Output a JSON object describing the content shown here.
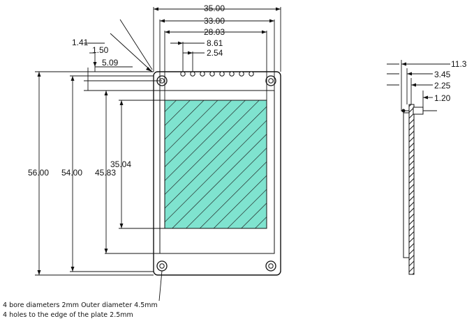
{
  "front_view": {
    "dims_top": {
      "d35_00": "35.00",
      "d33_00": "33.00",
      "d28_03": "28.03",
      "d8_61": "8.61",
      "d2_54": "2.54",
      "d1_41": "1.41",
      "d1_50": "1.50",
      "d5_09": "5.09"
    },
    "dims_left": {
      "d56_00": "56.00",
      "d54_00": "54.00",
      "d45_83": "45.83",
      "d35_04": "35.04"
    },
    "screen_fill": "#7fe3cf",
    "pin_count": 8
  },
  "side_view": {
    "dims": {
      "d11_3": "11.3",
      "d3_45": "3.45",
      "d2_25": "2.25",
      "d1_20": "1.20"
    }
  },
  "notes": {
    "line1": "4 bore diameters 2mm Outer diameter 4.5mm",
    "line2": "4 holes to the edge of the plate 2.5mm"
  }
}
